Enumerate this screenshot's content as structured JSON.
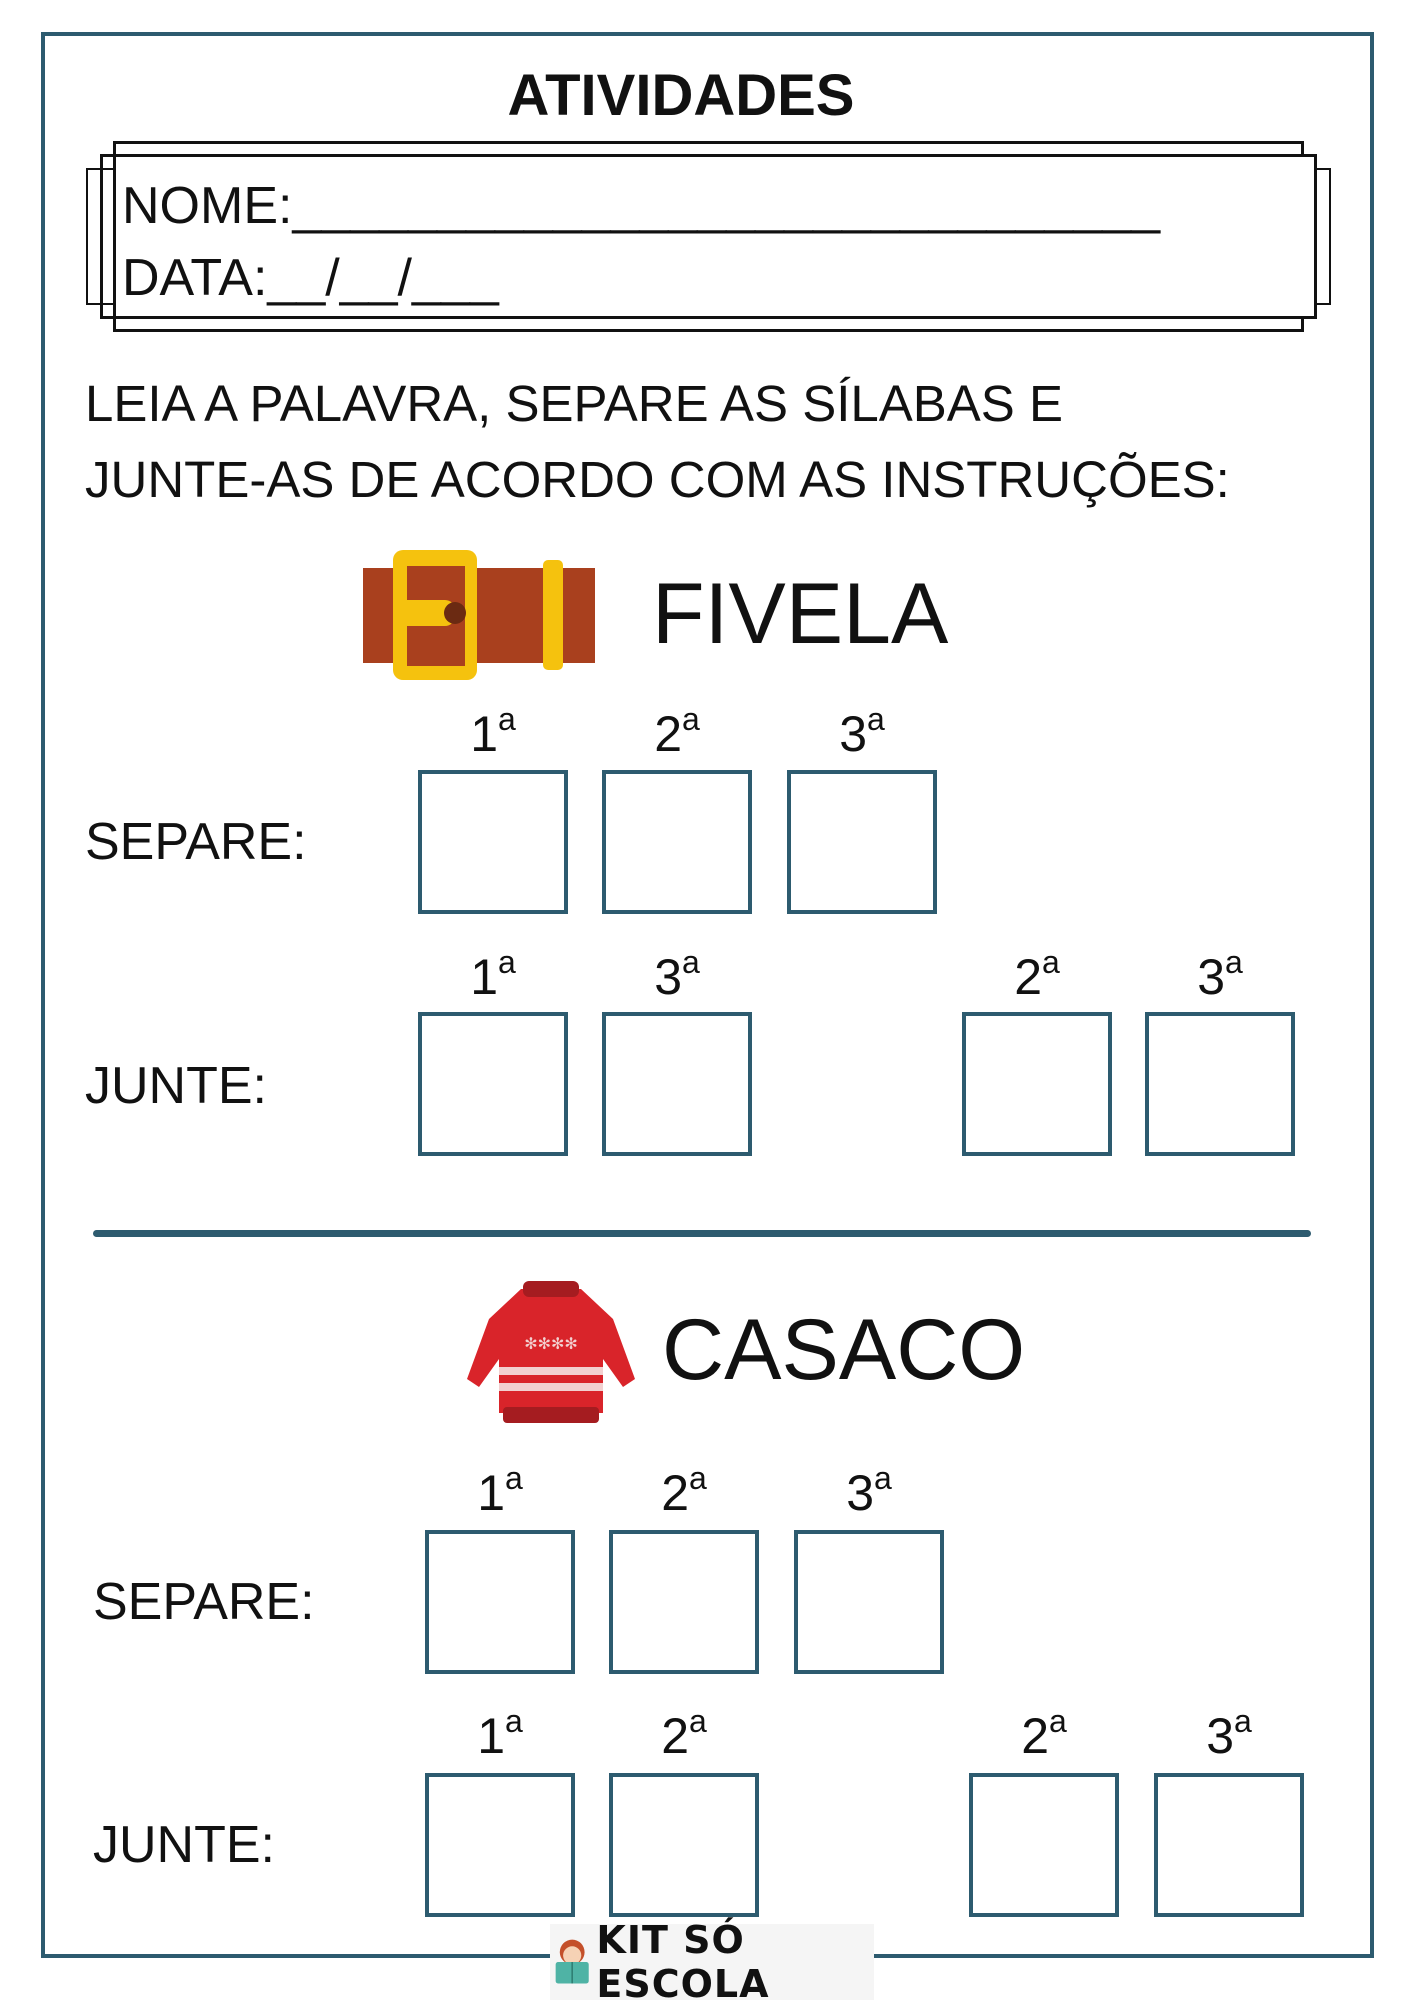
{
  "header": {
    "title": "ATIVIDADES"
  },
  "form": {
    "name_label": "NOME:",
    "name_blank": "______________________________",
    "date_label": "DATA:",
    "date_blank": "__/__/___"
  },
  "instructions": {
    "line1": "LEIA A PALAVRA, SEPARE AS SÍLABAS E",
    "line2": "JUNTE-AS DE ACORDO COM AS INSTRUÇÕES:"
  },
  "exercises": [
    {
      "word": "FIVELA",
      "icon": "belt-icon",
      "separe_label": "SEPARE:",
      "separe_ordinals": [
        "1",
        "2",
        "3"
      ],
      "junte_label": "JUNTE:",
      "junte_ordinals": [
        "1",
        "3",
        "2",
        "3"
      ]
    },
    {
      "word": "CASACO",
      "icon": "sweater-icon",
      "separe_label": "SEPARE:",
      "separe_ordinals": [
        "1",
        "2",
        "3"
      ],
      "junte_label": "JUNTE:",
      "junte_ordinals": [
        "1",
        "2",
        "2",
        "3"
      ]
    }
  ],
  "ordinal_suffix": "a",
  "footer": {
    "logo_text": "KIT SÓ ESCOLA"
  },
  "colors": {
    "accent": "#2d5b6f"
  }
}
